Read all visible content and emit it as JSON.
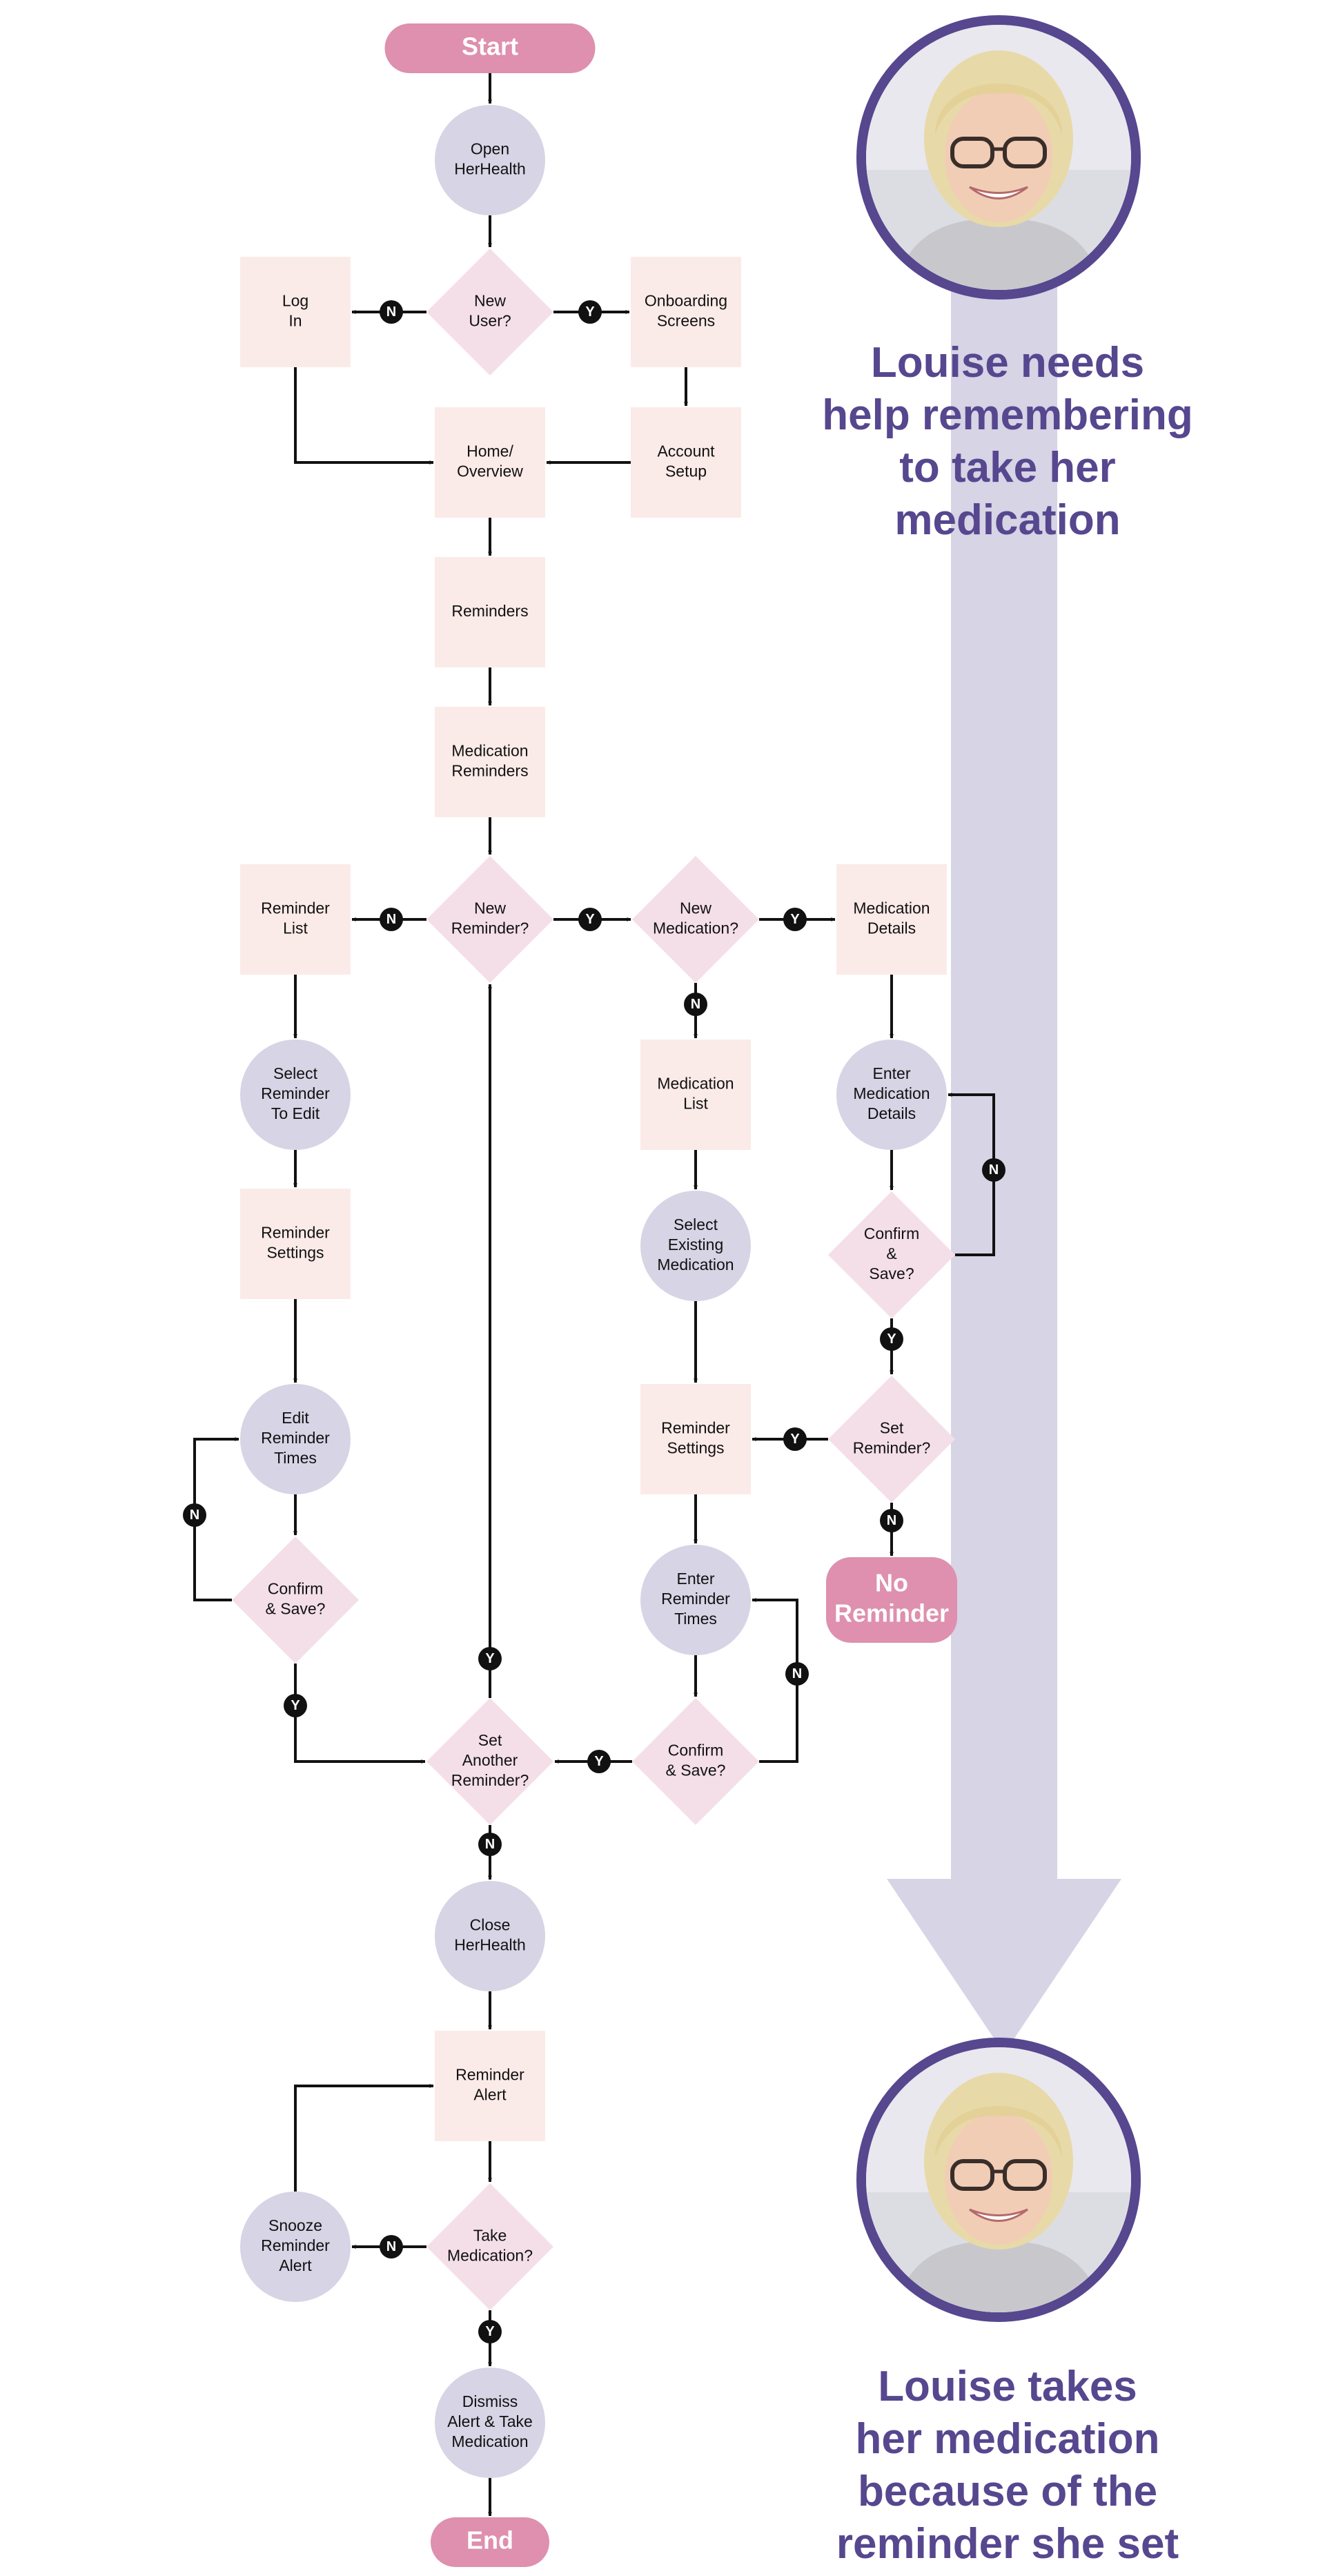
{
  "colors": {
    "terminal": "#de90ae",
    "process": "#fbebe8",
    "action": "#d6d4e5",
    "decision": "#f4dfe8",
    "badge": "#111111",
    "persona": "#56478f",
    "timeline": "#d6d4e5"
  },
  "nodes": {
    "start": "Start",
    "open_herhealth": "Open\nHerHealth",
    "new_user": "New\nUser?",
    "log_in": "Log\nIn",
    "onboarding_screens": "Onboarding\nScreens",
    "account_setup": "Account\nSetup",
    "home_overview": "Home/\nOverview",
    "reminders": "Reminders",
    "medication_reminders": "Medication\nReminders",
    "new_reminder": "New\nReminder?",
    "reminder_list": "Reminder\nList",
    "new_medication": "New\nMedication?",
    "medication_details": "Medication\nDetails",
    "select_reminder_to_edit": "Select\nReminder\nTo Edit",
    "medication_list": "Medication\nList",
    "enter_medication_details": "Enter\nMedication\nDetails",
    "reminder_settings_left": "Reminder\nSettings",
    "select_existing_medication": "Select\nExisting\nMedication",
    "confirm_save_med": "Confirm\n&\nSave?",
    "edit_reminder_times": "Edit\nReminder\nTimes",
    "reminder_settings_mid": "Reminder\nSettings",
    "set_reminder": "Set\nReminder?",
    "confirm_save_left": "Confirm\n& Save?",
    "enter_reminder_times": "Enter\nReminder\nTimes",
    "no_reminder": "No\nReminder",
    "set_another_reminder": "Set\nAnother\nReminder?",
    "confirm_save_mid": "Confirm\n& Save?",
    "close_herhealth": "Close\nHerHealth",
    "reminder_alert": "Reminder\nAlert",
    "snooze_reminder_alert": "Snooze\nReminder\nAlert",
    "take_medication": "Take\nMedication?",
    "dismiss_alert": "Dismiss\nAlert & Take\nMedication",
    "end": "End"
  },
  "labels": {
    "yes": "Y",
    "no": "N"
  },
  "persona": {
    "name": "Louise",
    "goal": "Louise needs\nhelp remembering\nto take her\nmedication",
    "outcome": "Louise takes\nher medication\nbecause of the\nreminder she set"
  }
}
